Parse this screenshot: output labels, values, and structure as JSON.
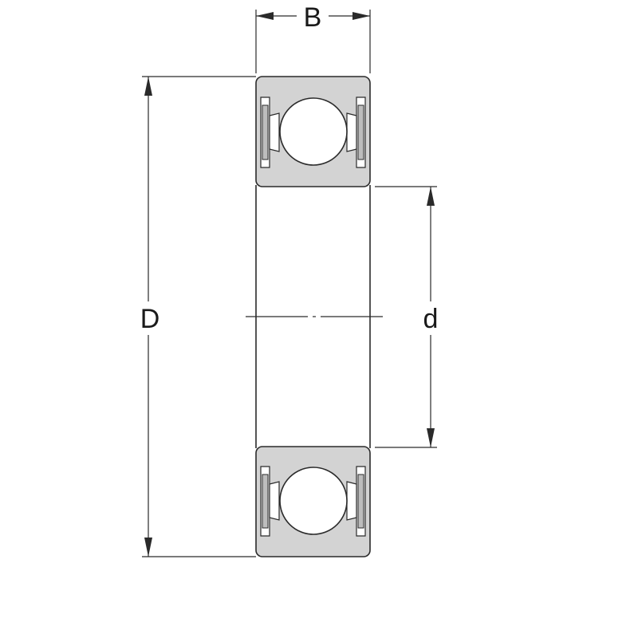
{
  "diagram": {
    "labels": {
      "width": "B",
      "outer_diameter": "D",
      "bore_diameter": "d"
    },
    "colors": {
      "ring_fill": "#d3d3d3",
      "line": "#2a2a2a",
      "background": "#ffffff"
    }
  }
}
